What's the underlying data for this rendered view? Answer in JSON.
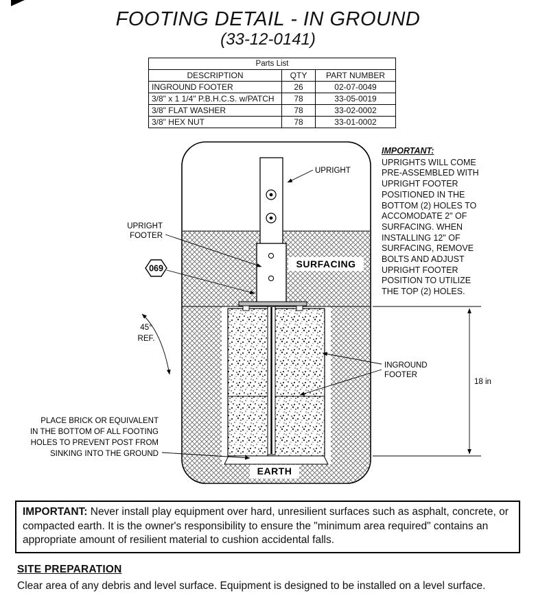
{
  "page": {
    "title": "FOOTING DETAIL - IN GROUND",
    "subtitle": "(33-12-0141)"
  },
  "colors": {
    "ink": "#000000",
    "paper": "#ffffff"
  },
  "parts_list": {
    "title": "Parts List",
    "columns": [
      "DESCRIPTION",
      "QTY",
      "PART NUMBER"
    ],
    "rows": [
      {
        "description": "INGROUND FOOTER",
        "qty": "26",
        "part_number": "02-07-0049"
      },
      {
        "description": "3/8\" x 1 1/4\" P.B.H.C.S. w/PATCH",
        "qty": "78",
        "part_number": "33-05-0019"
      },
      {
        "description": "3/8\" FLAT WASHER",
        "qty": "78",
        "part_number": "33-02-0002"
      },
      {
        "description": "3/8\" HEX NUT",
        "qty": "78",
        "part_number": "33-01-0002"
      }
    ]
  },
  "diagram": {
    "labels": {
      "upright": "UPRIGHT",
      "upright_footer_line1": "UPRIGHT",
      "upright_footer_line2": "FOOTER",
      "part_badge": "069",
      "surfacing": "SURFACING",
      "inground_footer_line1": "INGROUND",
      "inground_footer_line2": "FOOTER",
      "angle_ref_line1": "45°",
      "angle_ref_line2": "REF.",
      "depth_dimension": "18 in",
      "earth": "EARTH",
      "brick_note_line1": "PLACE BRICK OR EQUIVALENT",
      "brick_note_line2": "IN THE BOTTOM OF ALL FOOTING",
      "brick_note_line3": "HOLES TO PREVENT POST FROM",
      "brick_note_line4": "SINKING INTO THE GROUND"
    },
    "important_note": {
      "heading": "IMPORTANT:",
      "body": "UPRIGHTS WILL COME PRE-ASSEMBLED WITH UPRIGHT FOOTER POSITIONED IN THE BOTTOM (2) HOLES TO ACCOMODATE 2\" OF SURFACING. WHEN INSTALLING 12\" OF SURFACING, REMOVE BOLTS AND ADJUST UPRIGHT FOOTER POSITION TO UTILIZE THE TOP (2) HOLES."
    }
  },
  "footer_warning": {
    "label": "IMPORTANT:",
    "body": " Never install play equipment over hard, unresilient surfaces such as asphalt, concrete, or compacted earth. It is the owner's responsibility to ensure the \"minimum area required\" contains an appropriate amount of resilient material to cushion accidental falls."
  },
  "site_preparation": {
    "heading": "SITE PREPARATION",
    "body": "Clear area of any debris and level surface. Equipment is designed to be installed on a level surface."
  }
}
